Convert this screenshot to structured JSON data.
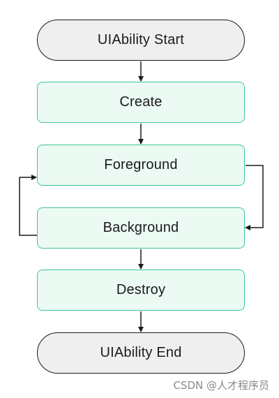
{
  "nodes": {
    "start": "UIAbility Start",
    "create": "Create",
    "foreground": "Foreground",
    "background": "Background",
    "destroy": "Destroy",
    "end": "UIAbility End"
  },
  "watermark": "CSDN @人才程序员",
  "colors": {
    "terminal_fill": "#efefef",
    "terminal_border": "#1a1a1a",
    "state_fill": "#ebfaf3",
    "state_border": "#3fc797",
    "arrow": "#1a1a1a"
  }
}
